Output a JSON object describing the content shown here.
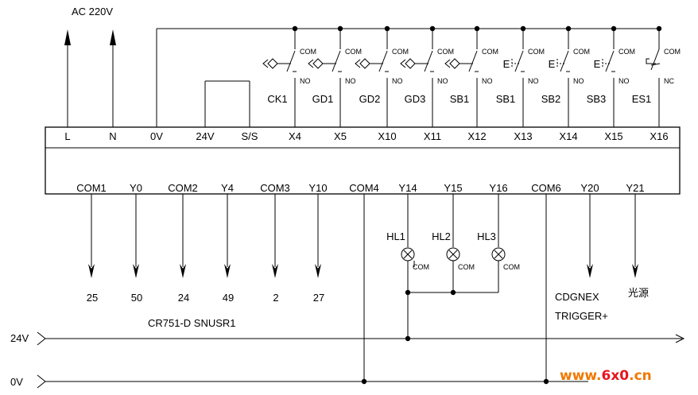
{
  "power": {
    "label": "AC 220V"
  },
  "inputs": [
    {
      "terminal": "L"
    },
    {
      "terminal": "N"
    },
    {
      "terminal": "0V"
    },
    {
      "terminal": "24V"
    },
    {
      "terminal": "S/S"
    },
    {
      "terminal": "X4",
      "device": "CK1",
      "contact": "NO",
      "type": "sensor"
    },
    {
      "terminal": "X5",
      "device": "GD1",
      "contact": "NO",
      "type": "sensor"
    },
    {
      "terminal": "X10",
      "device": "GD2",
      "contact": "NO",
      "type": "sensor"
    },
    {
      "terminal": "X11",
      "device": "GD3",
      "contact": "NO",
      "type": "sensor"
    },
    {
      "terminal": "X12",
      "device": "SB1",
      "contact": "NO",
      "type": "sensor"
    },
    {
      "terminal": "X13",
      "device": "SB1",
      "contact": "NO",
      "type": "button"
    },
    {
      "terminal": "X14",
      "device": "SB2",
      "contact": "NO",
      "type": "button"
    },
    {
      "terminal": "X15",
      "device": "SB3",
      "contact": "NO",
      "type": "button"
    },
    {
      "terminal": "X16",
      "device": "ES1",
      "contact": "NC",
      "type": "estop"
    }
  ],
  "com_label": "COM",
  "button_letter": "E",
  "outputs": [
    {
      "terminal": "COM1",
      "dest": "25"
    },
    {
      "terminal": "Y0",
      "dest": "50"
    },
    {
      "terminal": "COM2",
      "dest": "24"
    },
    {
      "terminal": "Y4",
      "dest": "49"
    },
    {
      "terminal": "COM3",
      "dest": "2"
    },
    {
      "terminal": "Y10",
      "dest": "27"
    },
    {
      "terminal": "COM4"
    },
    {
      "terminal": "Y14",
      "lamp": "HL1"
    },
    {
      "terminal": "Y15",
      "lamp": "HL2"
    },
    {
      "terminal": "Y16",
      "lamp": "HL3"
    },
    {
      "terminal": "COM6"
    },
    {
      "terminal": "Y20"
    },
    {
      "terminal": "Y21",
      "dest": "光源"
    }
  ],
  "device_label": "CR751-D SNUSR1",
  "camera": {
    "line1": "CDGNEX",
    "line2": "TRIGGER+"
  },
  "rails": {
    "top": "24V",
    "bottom": "0V"
  },
  "watermark": "www.6x0.cn",
  "colors": {
    "watermark_orange": "#f07800",
    "watermark_red": "#e8141e"
  }
}
